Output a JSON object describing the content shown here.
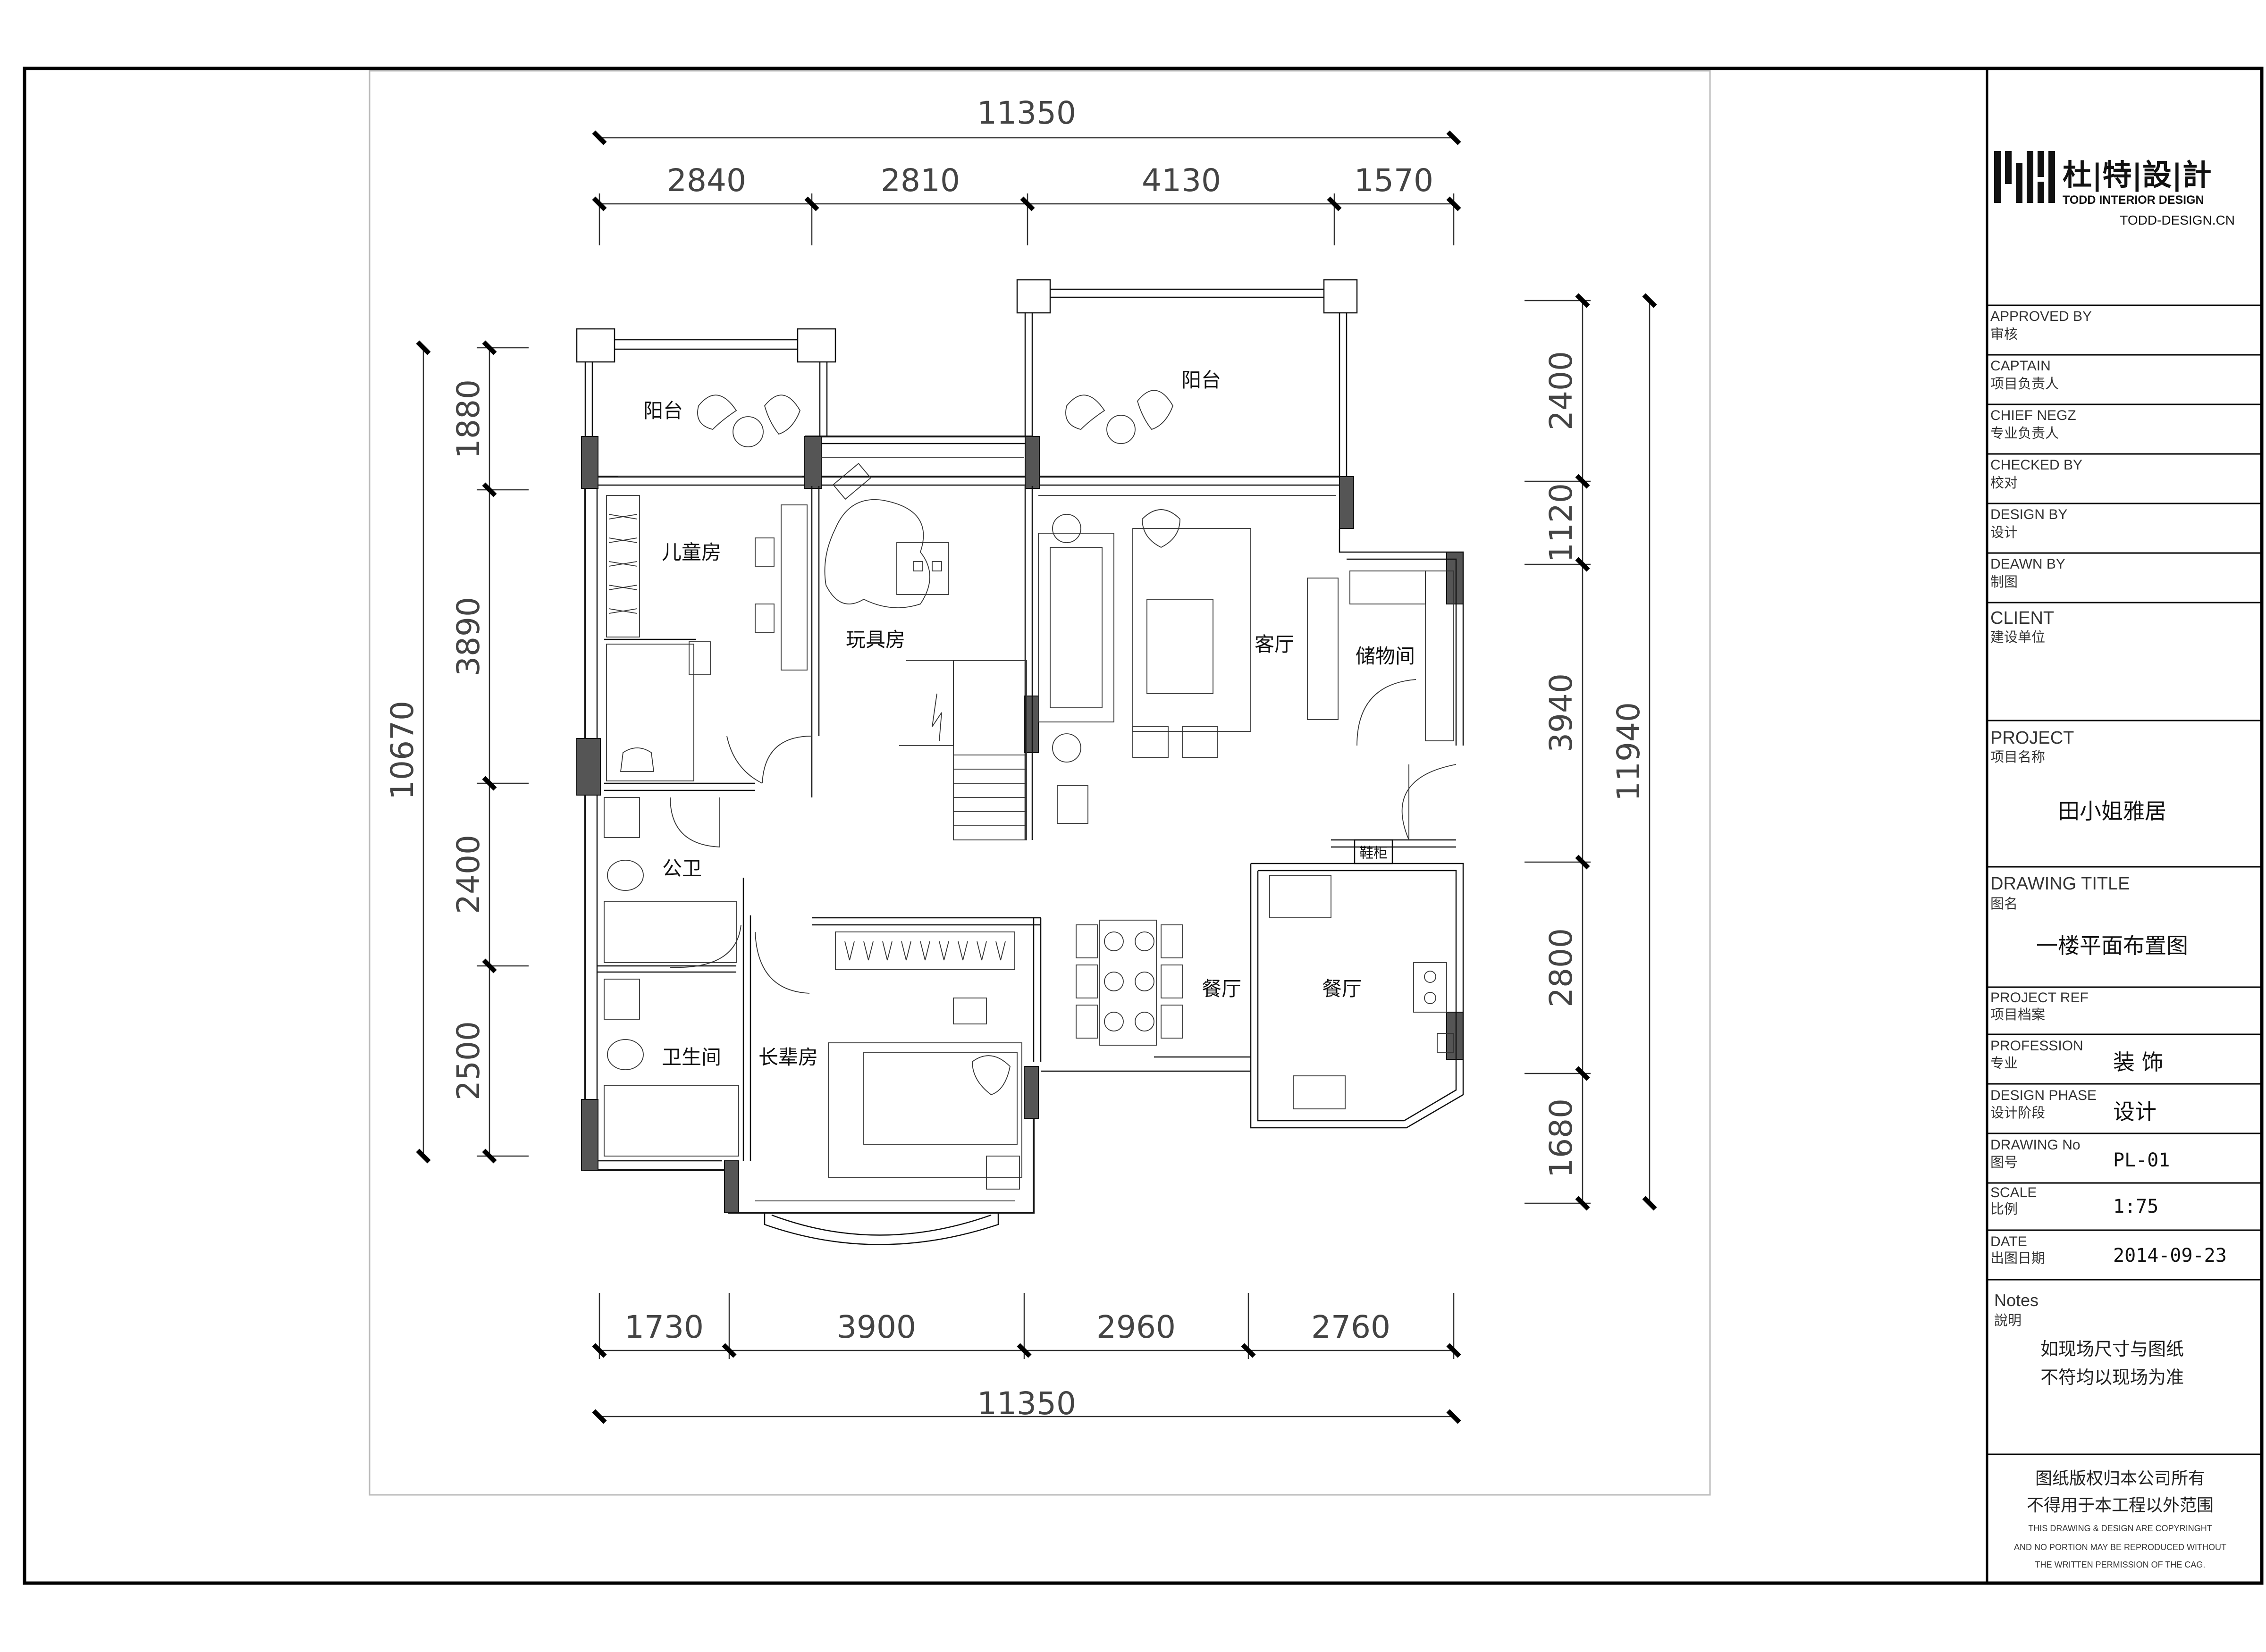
{
  "dimensions": {
    "top_total": "11350",
    "top_segments": [
      "2840",
      "2810",
      "4130",
      "1570"
    ],
    "bottom_segments": [
      "1730",
      "3900",
      "2960",
      "2760"
    ],
    "bottom_total": "11350",
    "left_total": "10670",
    "left_segments": [
      "1880",
      "3890",
      "2400",
      "2500"
    ],
    "right_segments": [
      "2400",
      "1120",
      "3940",
      "2800",
      "1680"
    ],
    "right_total": "11940"
  },
  "rooms": {
    "balcony_left": "阳台",
    "balcony_right": "阳台",
    "kids_room": "儿童房",
    "toy_room": "玩具房",
    "living_room": "客厅",
    "storage": "储物间",
    "shoe_cabinet": "鞋柜",
    "public_wc": "公卫",
    "dining_1": "餐厅",
    "dining_2": "餐厅",
    "bathroom": "卫生间",
    "elder_room": "长辈房"
  },
  "title_block": {
    "logo_cn": "杜|特|設|計",
    "logo_en": "TODD INTERIOR DESIGN",
    "logo_url": "TODD-DESIGN.CN",
    "rows": [
      {
        "en": "APPROVED BY",
        "cn": "审核",
        "value": ""
      },
      {
        "en": "CAPTAIN",
        "cn": "项目负责人",
        "value": ""
      },
      {
        "en": "CHIEF NEGZ",
        "cn": "专业负责人",
        "value": ""
      },
      {
        "en": "CHECKED BY",
        "cn": "校对",
        "value": ""
      },
      {
        "en": "DESIGN BY",
        "cn": "设计",
        "value": ""
      },
      {
        "en": "DEAWN BY",
        "cn": "制图",
        "value": ""
      }
    ],
    "client_en": "CLIENT",
    "client_cn": "建设单位",
    "project_en": "PROJECT",
    "project_cn": "项目名称",
    "project_value": "田小姐雅居",
    "drawing_title_en": "DRAWING  TITLE",
    "drawing_title_cn": "图名",
    "drawing_title_value": "一楼平面布置图",
    "project_ref_en": "PROJECT REF",
    "project_ref_cn": "项目档案",
    "profession_en": "PROFESSION",
    "profession_cn": "专业",
    "profession_value": "装 饰",
    "design_phase_en": "DESIGN PHASE",
    "design_phase_cn": "设计阶段",
    "design_phase_value": "设计",
    "drawing_no_en": "DRAWING No",
    "drawing_no_cn": "图号",
    "drawing_no_value": "PL-01",
    "scale_en": "SCALE",
    "scale_cn": "比例",
    "scale_value": "1:75",
    "date_en": "DATE",
    "date_cn": "出图日期",
    "date_value": "2014-09-23",
    "notes_en": "Notes",
    "notes_cn": "說明",
    "notes_line1": "如现场尺寸与图纸",
    "notes_line2": "不符均以现场为准",
    "copyright_cn1": "图纸版权归本公司所有",
    "copyright_cn2": "不得用于本工程以外范围",
    "copyright_en1": "THIS DRAWING & DESIGN ARE COPYRINGHT",
    "copyright_en2": "AND NO PORTION MAY BE REPRODUCED WITHOUT",
    "copyright_en3": "THE WRITTEN PERMISSION OF THE CAG."
  }
}
